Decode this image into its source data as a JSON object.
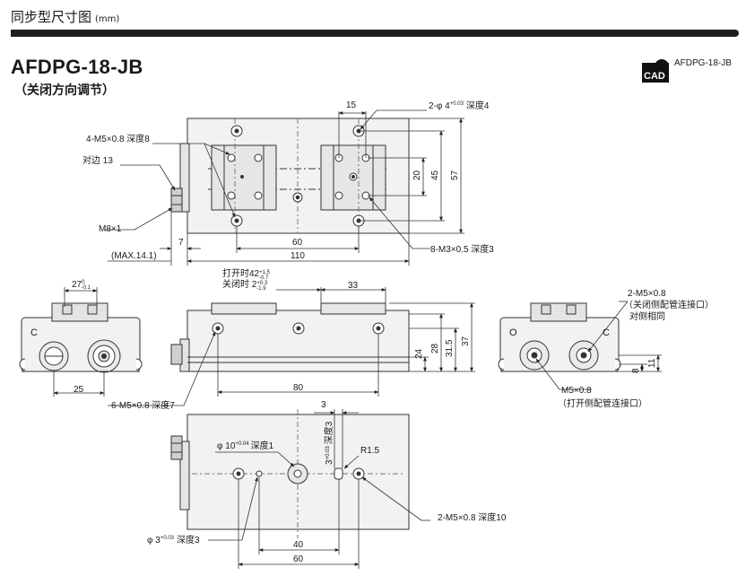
{
  "header": {
    "title": "同步型尺寸图",
    "unit": "(mm)"
  },
  "model": {
    "name": "AFDPG-18-JB",
    "subtitle": "（关闭方向调节）"
  },
  "cad": {
    "icon": "cad-icon",
    "label": "CAD",
    "reference": "AFDPG-18-JB"
  },
  "top_view": {
    "callouts": {
      "pin_hole": "2-φ 4",
      "pin_hole_tol": "+0.03",
      "pin_hole_tol_low": "0",
      "pin_hole_depth": "深度4",
      "tapped_jaw": "4-M5×0.8 深度8",
      "across_flats": "对边 13",
      "thread": "M8×1",
      "small_tap": "8-M3×0.5 深度3"
    },
    "dims": {
      "w15": "15",
      "h20": "20",
      "h45": "45",
      "h57": "57",
      "d7": "7",
      "d60": "60",
      "d110": "110",
      "max": "(MAX.14.1)"
    }
  },
  "end_view_left": {
    "dims": {
      "w27": "27",
      "w27_tol_hi": "0",
      "w27_tol_lo": "-0.1",
      "w25": "25"
    },
    "labels": {
      "c": "C"
    }
  },
  "front_view": {
    "open_label": "打开时42",
    "open_tol_hi": "+1.5",
    "open_tol_lo": "-0.7",
    "close_label": "关闭时  2",
    "close_tol_hi": "+0.3",
    "close_tol_lo": "-1.9",
    "dims": {
      "w33": "33",
      "w80": "80",
      "h24": "24",
      "h28": "28",
      "h31_5": "31.5",
      "h37": "37"
    },
    "callouts": {
      "side_tap": "6-M5×0.8 深度7"
    }
  },
  "end_view_right": {
    "callouts": {
      "ports": "2-M5×0.8",
      "ports_note": "（关闭侧配管连接口）",
      "opposite": "对侧相同",
      "open_port": "M5×0.8",
      "open_port_note": "（打开侧配管连接口）"
    },
    "labels": {
      "o": "O",
      "c": "C"
    },
    "dims": {
      "h8": "8",
      "h11": "11"
    }
  },
  "bottom_view": {
    "callouts": {
      "center_hole": "φ 10",
      "center_hole_tol": "+0.04",
      "center_hole_tol_low": "0",
      "center_depth": "深度1",
      "slot_w": "3",
      "slot_tol": "+0.03",
      "slot_tol_low": "0",
      "slot_depth": "深度3",
      "radius": "R1.5",
      "bottom_tap": "2-M5×0.8 深度10",
      "bottom_pin": "φ 3",
      "bottom_pin_tol": "+0.03",
      "bottom_pin_tol_low": "0",
      "bottom_pin_depth": "深度3"
    },
    "dims": {
      "d3": "3",
      "d40": "40",
      "d60": "60"
    }
  }
}
